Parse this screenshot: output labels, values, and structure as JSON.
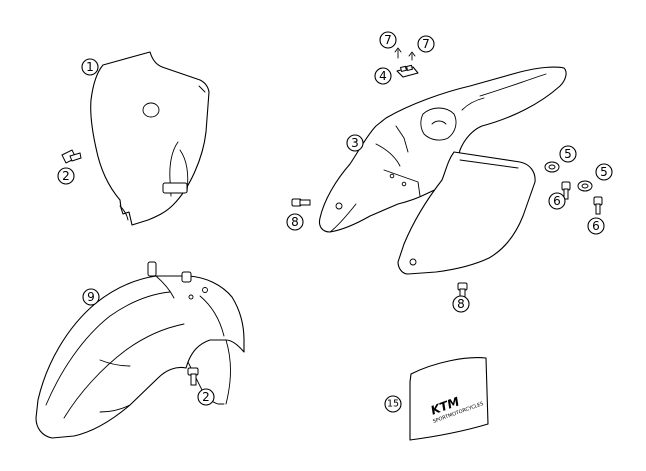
{
  "callouts": [
    {
      "id": "c1",
      "label": "1",
      "part": "front number plate"
    },
    {
      "id": "c2a",
      "label": "2",
      "part": "screw"
    },
    {
      "id": "c2b",
      "label": "2",
      "part": "screw"
    },
    {
      "id": "c3",
      "label": "3",
      "part": "rear fender"
    },
    {
      "id": "c4",
      "label": "4",
      "part": "clip"
    },
    {
      "id": "c5a",
      "label": "5",
      "part": "washer"
    },
    {
      "id": "c5b",
      "label": "5",
      "part": "washer"
    },
    {
      "id": "c6a",
      "label": "6",
      "part": "bolt"
    },
    {
      "id": "c6b",
      "label": "6",
      "part": "bolt"
    },
    {
      "id": "c7a",
      "label": "7",
      "part": "rivet"
    },
    {
      "id": "c7b",
      "label": "7",
      "part": "rivet"
    },
    {
      "id": "c8a",
      "label": "8",
      "part": "screw"
    },
    {
      "id": "c8b",
      "label": "8",
      "part": "screw"
    },
    {
      "id": "c9",
      "label": "9",
      "part": "front fender"
    },
    {
      "id": "c15",
      "label": "15",
      "part": "sticker"
    }
  ],
  "logo": {
    "text": "KTM",
    "sub": "SPORTMOTORCYCLES"
  },
  "colors": {
    "line": "#000000",
    "background": "#ffffff"
  }
}
